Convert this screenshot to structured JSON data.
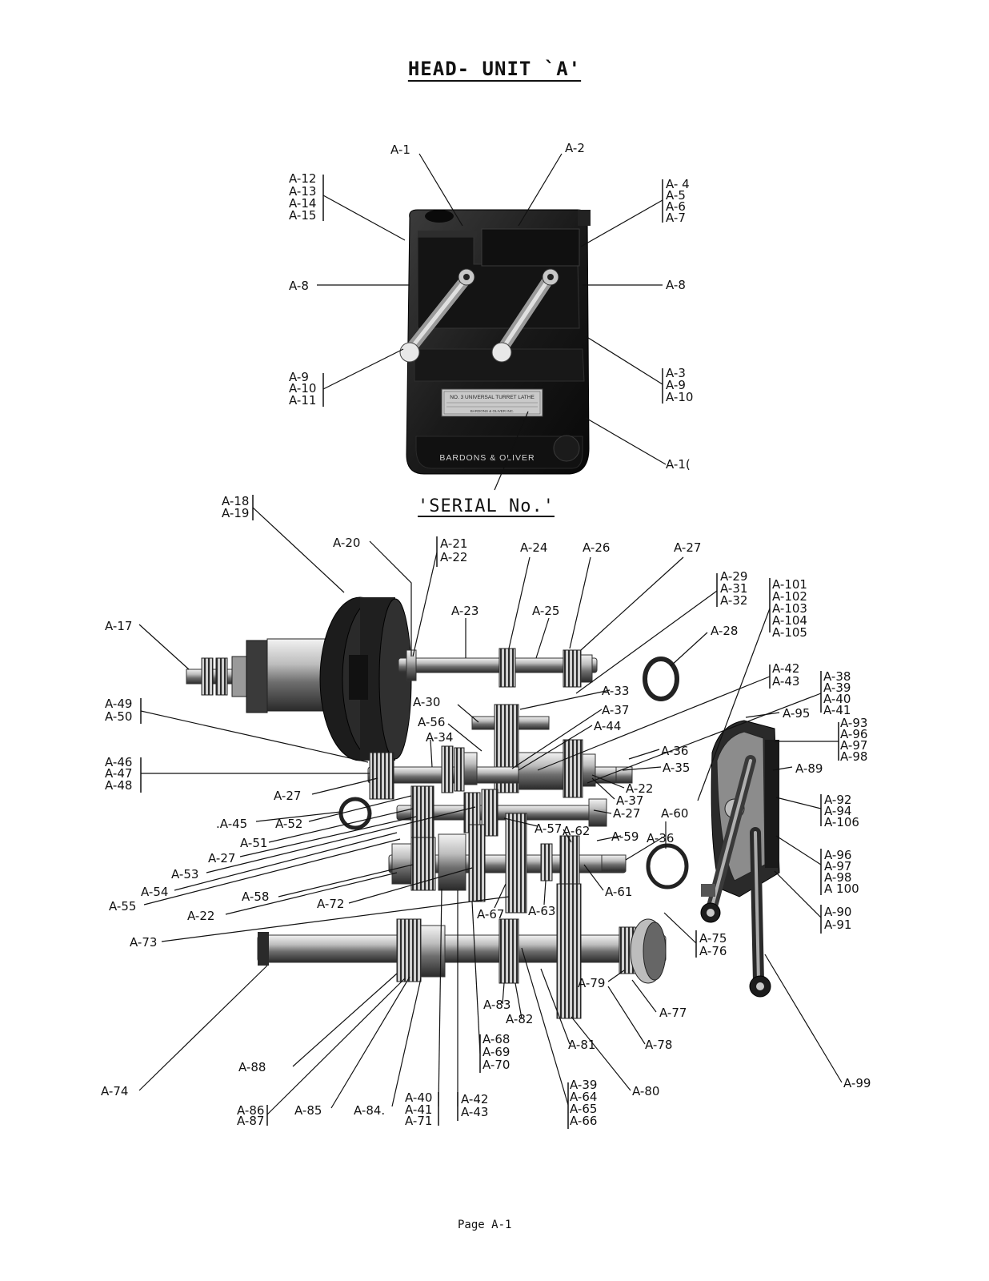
{
  "title": "HEAD- UNIT `A'",
  "serial_label": "'SERIAL No.'",
  "page_number": "Page A-1",
  "nameplate": {
    "line1": "NO. 3 UNIVERSAL TURRET LATHE",
    "brand": "BARDONS & OLIVER",
    "company": "BARDONS & OLIVER INC."
  },
  "callouts": {
    "a1": "A-1",
    "a2": "A-2",
    "a12": "A-12",
    "a13": "A-13",
    "a14": "A-14",
    "a15": "A-15",
    "a4": "A- 4",
    "a5": "A-5",
    "a6": "A-6",
    "a7": "A-7",
    "a8l": "A-8",
    "a8r": "A-8",
    "a9l": "A-9",
    "a10l": "A-10",
    "a11": "A-11",
    "a3": "A-3",
    "a9r": "A-9",
    "a10r": "A-10",
    "a16": "A-1(",
    "a18": "A-18",
    "a19": "A-19",
    "a20": "A-20",
    "a21": "A-21",
    "a22t": "A-22",
    "a24": "A-24",
    "a26": "A-26",
    "a27t": "A-27",
    "a29": "A-29",
    "a31": "A-31",
    "a32": "A-32",
    "a101": "A-101",
    "a102": "A-102",
    "a103": "A-103",
    "a104": "A-104",
    "a105": "A-105",
    "a17": "A-17",
    "a23": "A-23",
    "a25": "A-25",
    "a28": "A-28",
    "a42t": "A-42",
    "a43t": "A-43",
    "a38": "A-38",
    "a39t": "A-39",
    "a40t": "A-40",
    "a41t": "A-41",
    "a49": "A-49",
    "a50": "A-50",
    "a30": "A-30",
    "a33": "A-33",
    "a95": "A-95",
    "a37t": "A-37",
    "a56": "A-56",
    "a44": "A-44",
    "a93": "A-93",
    "a96t": "A-96",
    "a97t": "A-97",
    "a98t": "A-98",
    "a34": "A-34",
    "a36t": "A-36",
    "a35": "A-35",
    "a46": "A-46",
    "a47": "A-47",
    "a48": "A-48",
    "a89": "A-89",
    "a22m": "A-22",
    "a27m": "A-27",
    "a37m": "A-37",
    "a92": "A-92",
    "a94": "A-94",
    "a106": "A-106",
    "a45": ".A-45",
    "a52": "A-52",
    "a27r": "A-27",
    "a60": "A-60",
    "a57": "A-57",
    "a62": "A-62",
    "a51": "A-51",
    "a59": "A-59",
    "a36m": "A-36",
    "a96": "A-96",
    "a97": "A-97",
    "a98": "A-98",
    "a100": "A 100",
    "a27b": "A-27",
    "a53": "A-53",
    "a54": "A-54",
    "a55": "A-55",
    "a58": "A-58",
    "a61": "A-61",
    "a72": "A-72",
    "a22b": "A-22",
    "a67": "A-67",
    "a63": "A-63",
    "a90": "A-90",
    "a91": "A-91",
    "a73": "A-73",
    "a75": "A-75",
    "a76": "A-76",
    "a79": "A-79",
    "a77": "A-77",
    "a83": "A-83",
    "a82": "A-82",
    "a78": "A-78",
    "a68": "A-68",
    "a69": "A-69",
    "a70": "A-70",
    "a81": "A-81",
    "a88": "A-88",
    "a74": "A-74",
    "a80": "A-80",
    "a99": "A-99",
    "a39b": "A-39",
    "a64": "A-64",
    "a65": "A-65",
    "a66": "A-66",
    "a86": "A-86",
    "a87": "A-87",
    "a85": "A-85",
    "a84": "A-84.",
    "a40b": "A-40",
    "a41b": "A-41",
    "a71": "A-71",
    "a42b": "A-42",
    "a43b": "A-43"
  }
}
